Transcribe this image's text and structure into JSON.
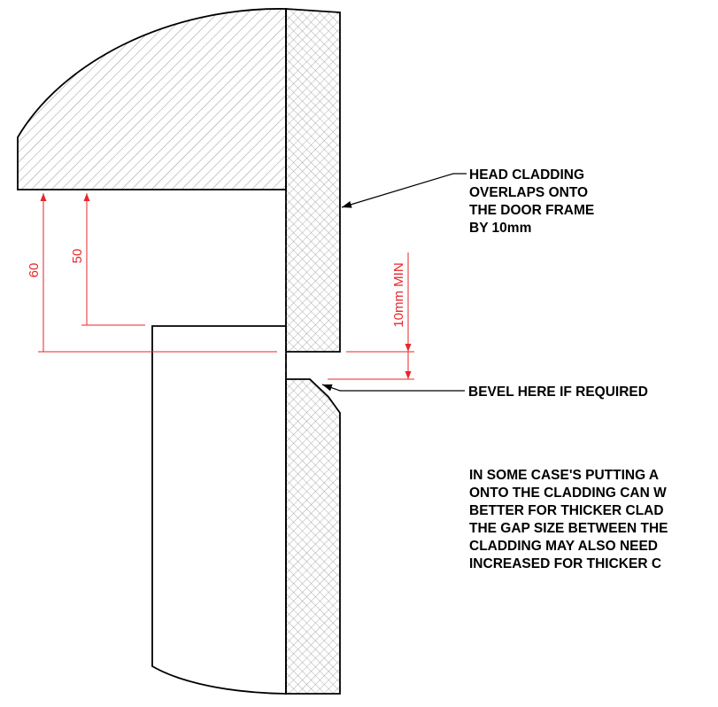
{
  "colors": {
    "outline": "#000000",
    "hatch": "#8a8a8a",
    "dimension": "#e8262a",
    "background": "#ffffff"
  },
  "dimensions": {
    "overall_label": "60",
    "inner_label": "50",
    "gap_label": "10mm MIN"
  },
  "notes": {
    "head_cladding": [
      "HEAD CLADDING",
      "OVERLAPS ONTO",
      "THE DOOR FRAME",
      "BY 10mm"
    ],
    "bevel": "BEVEL HERE IF REQUIRED",
    "thick_cladding": [
      "IN SOME CASE'S PUTTING A",
      "ONTO THE CLADDING CAN W",
      "BETTER FOR THICKER CLAD",
      "THE GAP SIZE BETWEEN THE",
      "CLADDING MAY ALSO NEED",
      "INCREASED FOR THICKER C"
    ]
  }
}
